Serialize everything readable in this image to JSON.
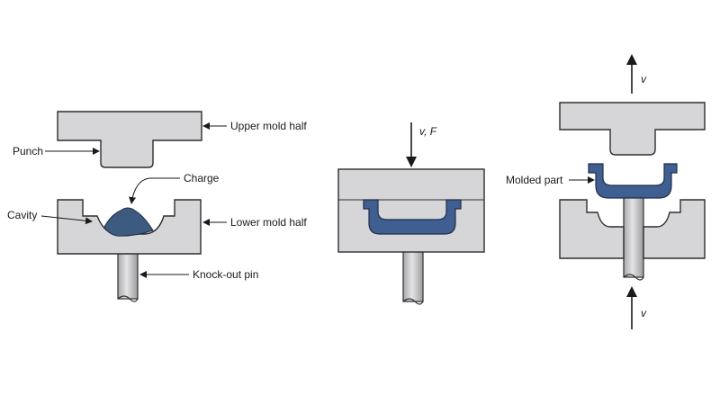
{
  "colors": {
    "mold_fill": "#d6d6d8",
    "mold_stroke": "#2e2e2e",
    "charge_fill": "#3d5a80",
    "part_fill": "#3f5f93",
    "pin_fill": "#c9c9cc",
    "arrow": "#1a1a1a"
  },
  "labels": {
    "upper_mold_half": "Upper mold half",
    "punch": "Punch",
    "charge": "Charge",
    "cavity": "Cavity",
    "lower_mold_half": "Lower mold half",
    "knock_out_pin": "Knock-out pin",
    "v_f": "v, F",
    "molded_part": "Molded part",
    "v_top": "v",
    "v_bottom": "v"
  }
}
